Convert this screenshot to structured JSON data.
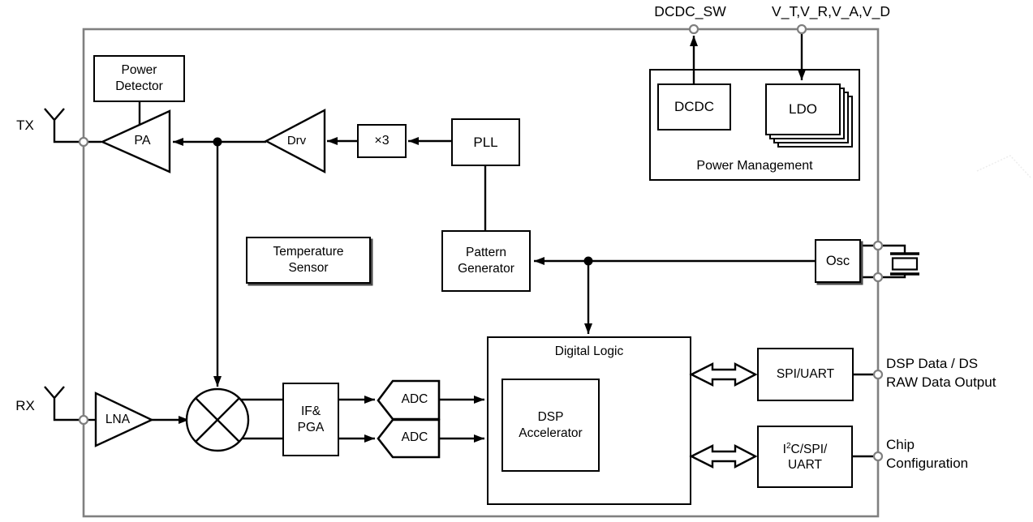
{
  "chip": {
    "background": "#ffffff",
    "border_color": "#808080",
    "line_color": "#000000",
    "text_color": "#000000"
  },
  "external_labels": {
    "tx": "TX",
    "rx": "RX",
    "dcdc_sw": "DCDC_SW",
    "supply_rails": "V_T,V_R,V_A,V_D",
    "dsp_data": {
      "line1": "DSP Data / DS",
      "line2": "RAW Data Output"
    },
    "chip_config": {
      "line1": "Chip",
      "line2": "Configuration"
    }
  },
  "blocks": {
    "power_detector": {
      "line1": "Power",
      "line2": "Detector"
    },
    "pa": {
      "label": "PA"
    },
    "drv": {
      "label": "Drv"
    },
    "x3": {
      "label": "×3"
    },
    "pll": {
      "label": "PLL"
    },
    "temperature_sensor": {
      "line1": "Temperature",
      "line2": "Sensor"
    },
    "pattern_generator": {
      "line1": "Pattern",
      "line2": "Generator"
    },
    "power_management": {
      "label": "Power Management",
      "dcdc": "DCDC",
      "ldo": "LDO"
    },
    "osc": {
      "label": "Osc"
    },
    "lna": {
      "label": "LNA"
    },
    "if_pga": {
      "line1": "IF&",
      "line2": "PGA"
    },
    "adc1": {
      "label": "ADC"
    },
    "adc2": {
      "label": "ADC"
    },
    "digital_logic": {
      "label": "Digital Logic"
    },
    "dsp_accelerator": {
      "line1": "DSP",
      "line2": "Accelerator"
    },
    "spi_uart": {
      "label": "SPI/UART"
    },
    "i2c_spi_uart": {
      "base": "I",
      "sup": "2",
      "rest": "C/SPI/",
      "line2": "UART"
    }
  }
}
